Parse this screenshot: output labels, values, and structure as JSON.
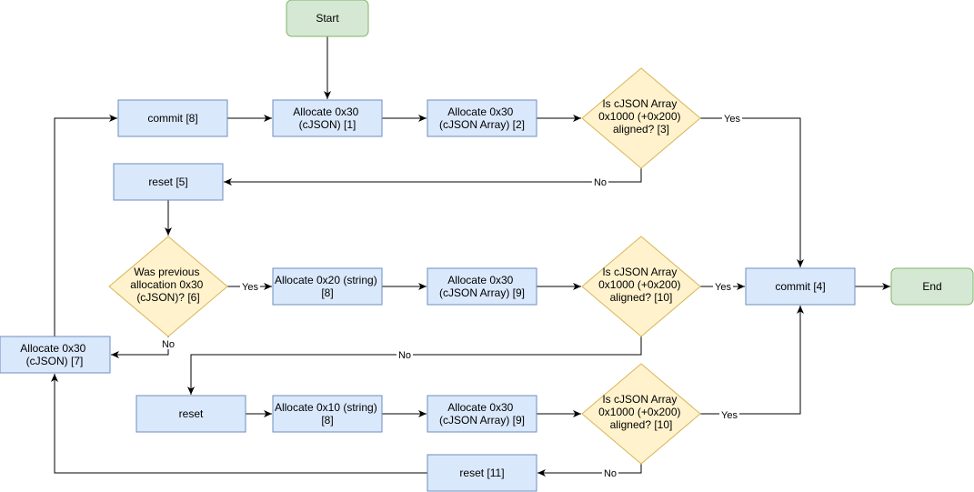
{
  "colors": {
    "process_fill": "#dae8fc",
    "process_stroke": "#6c8ebf",
    "terminal_fill": "#d5e8d4",
    "terminal_stroke": "#82b366",
    "decision_fill": "#fff2cc",
    "decision_stroke": "#d6b656",
    "edge": "#000000"
  },
  "nodes": {
    "start": "Start",
    "end": "End",
    "commit8": "commit [8]",
    "alloc_cjson1": [
      "Allocate 0x30",
      "(cJSON) [1]"
    ],
    "alloc_array2": [
      "Allocate 0x30",
      "(cJSON Array) [2]"
    ],
    "decision3": [
      "Is cJSON Array",
      "0x1000 (+0x200)",
      "aligned? [3]"
    ],
    "reset5": "reset [5]",
    "decision6": [
      "Was previous",
      "allocation 0x30",
      "(cJSON)? [6]"
    ],
    "alloc_string8a": [
      "Allocate 0x20 (string)",
      "[8]"
    ],
    "alloc_array9a": [
      "Allocate 0x30",
      "(cJSON Array) [9]"
    ],
    "decision10a": [
      "Is cJSON Array",
      "0x1000 (+0x200)",
      "aligned? [10]"
    ],
    "commit4": "commit [4]",
    "alloc_cjson7": [
      "Allocate 0x30",
      "(cJSON) [7]"
    ],
    "reset": "reset",
    "alloc_string8b": [
      "Allocate 0x10 (string)",
      "[8]"
    ],
    "alloc_array9b": [
      "Allocate 0x30",
      "(cJSON Array) [9]"
    ],
    "decision10b": [
      "Is cJSON Array",
      "0x1000 (+0x200)",
      "aligned? [10]"
    ],
    "reset11": "reset [11]"
  },
  "edge_labels": {
    "d3_yes": "Yes",
    "d3_no": "No",
    "d6_yes": "Yes",
    "d6_no": "No",
    "d10a_yes": "Yes",
    "d10a_no": "No",
    "d10b_yes": "Yes",
    "d10b_no": "No"
  }
}
